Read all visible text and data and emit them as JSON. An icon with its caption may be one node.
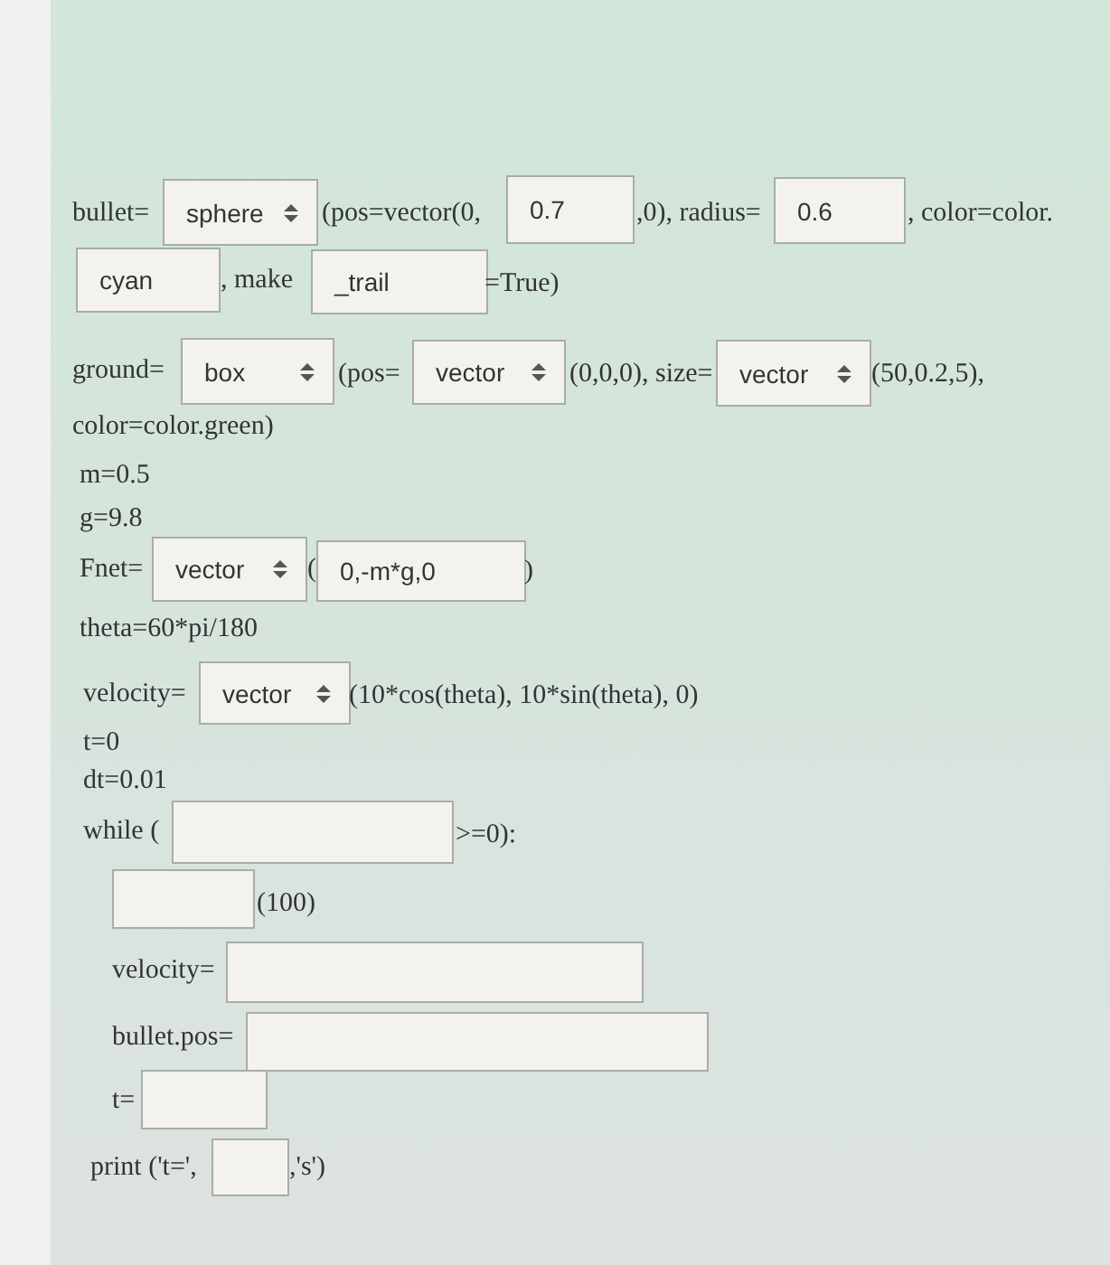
{
  "diagram": {
    "labels": [
      "bullet=",
      "sphere",
      "(pos=vector(0,",
      "0.7",
      ",0), radius=",
      "0.6",
      ", color=color.",
      "cyan",
      ", make",
      "_trail",
      "=True)",
      "ground=",
      "box",
      "(pos=",
      "vector",
      "(0,0,0), size=",
      "vector",
      "(50,0.2,5),",
      "color=color.green)",
      "m=0.5",
      "g=9.8",
      "Fnet=",
      "vector",
      "(",
      "0,-m*g,0",
      ")",
      "theta=60*pi/180",
      "velocity=",
      "vector",
      "(10*cos(theta), 10*sin(theta), 0)",
      "t=0",
      "dt=0.01",
      "while (",
      ">=0):",
      "(100)",
      "velocity=",
      "bullet.pos=",
      "t=",
      "print ('t=',",
      ",'s')"
    ]
  }
}
